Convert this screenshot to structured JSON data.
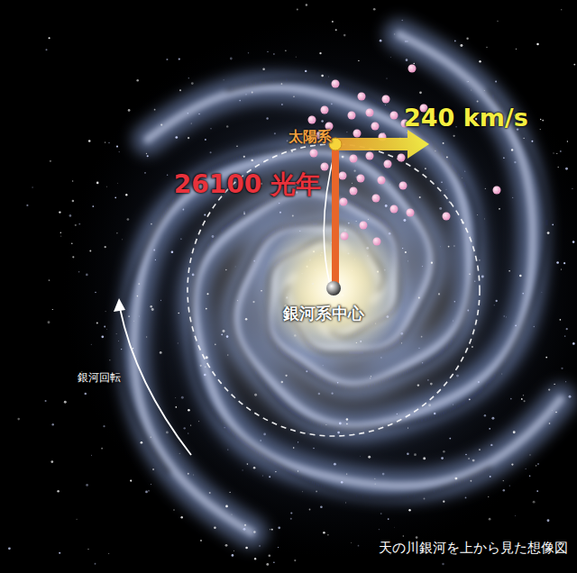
{
  "diagram": {
    "caption": "天の川銀河を上から見た想像図",
    "labels": [
      "240 km/s",
      "太陽系",
      "26100 光年",
      "銀河系中心",
      "銀河回転"
    ]
  }
}
